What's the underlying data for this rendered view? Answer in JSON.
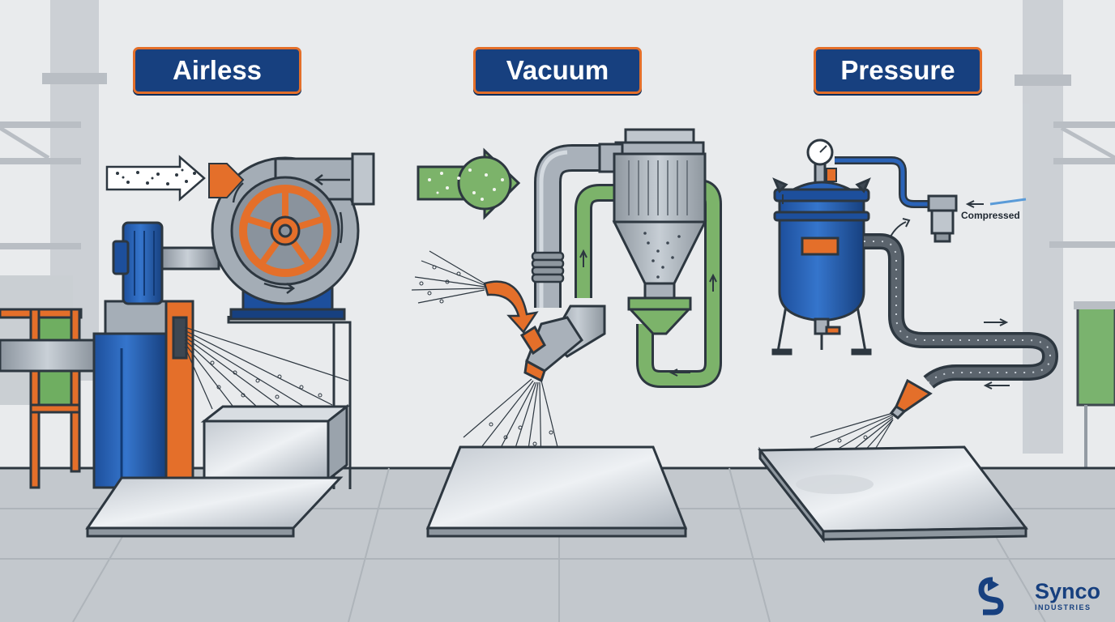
{
  "panels": {
    "airless": {
      "title": "Airless"
    },
    "vacuum": {
      "title": "Vacuum"
    },
    "pressure": {
      "title": "Pressure",
      "input_label": "Compressed"
    }
  },
  "logo": {
    "name": "Synco",
    "subtitle": "INDUSTRIES"
  },
  "colors": {
    "navy": "#17407f",
    "orange": "#e46f2a",
    "steel": "#a7b0ba",
    "green": "#7cb36a",
    "machine_blue": "#2a63b8",
    "background": "#eceef0"
  }
}
